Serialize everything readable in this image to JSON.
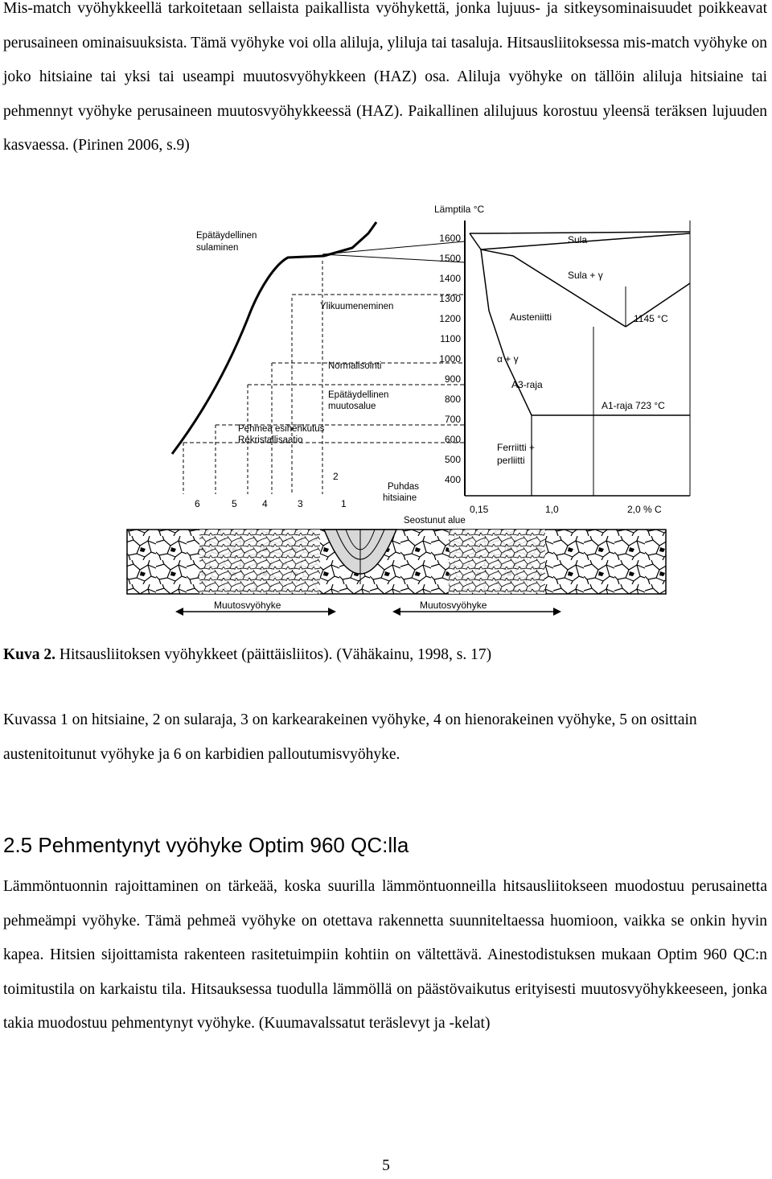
{
  "paragraph1": "Mis-match vyöhykkeellä tarkoitetaan sellaista paikallista vyöhykettä, jonka lujuus- ja sitkeysominaisuudet poikkeavat perusaineen ominaisuuksista. Tämä vyöhyke voi olla aliluja, yliluja tai tasaluja. Hitsausliitoksessa mis-match vyöhyke on joko hitsiaine tai yksi tai useampi muutosvyöhykkeen (HAZ) osa. Aliluja vyöhyke on tällöin aliluja hitsiaine tai pehmennyt vyöhyke perusaineen muutosvyöhykkeessä (HAZ). Paikallinen alilujuus korostuu yleensä teräksen lujuuden kasvaessa. (Pirinen 2006, s.9)",
  "figure": {
    "axis_title": "Lämptila °C",
    "temperature_ticks": [
      "1600",
      "1500",
      "1400",
      "1300",
      "1200",
      "1100",
      "1000",
      "900",
      "800",
      "700",
      "600",
      "500",
      "400"
    ],
    "carbon_ticks": [
      "0,15",
      "1,0",
      "2,0 % C"
    ],
    "phase_labels": {
      "sula": "Sula",
      "sula_gamma": "Sula + γ",
      "austeniitti": "Austeniitti",
      "t1145": "1145 °C",
      "alpha_gamma": "α + γ",
      "a3": "A3-raja",
      "a1": "A1-raja 723 °C",
      "ferriitti1": "Ferriitti +",
      "ferriitti2": "perliitti"
    },
    "zone_labels": {
      "epataydellinen1": "Epätäydellinen",
      "epataydellinen2": "sulaminen",
      "ylikuumeneminen": "Ylikuumeneminen",
      "normalisointi": "Normalisointi",
      "muutosalue1": "Epätäydellinen",
      "muutosalue2": "muutosalue",
      "pehmea1": "Pehmeä esihehkutus",
      "pehmea2": "Rekristallisaatio",
      "puhdas1": "Puhdas",
      "puhdas2": "hitsiaine",
      "seostunut": "Seostunut alue"
    },
    "zone_numbers": [
      "6",
      "5",
      "4",
      "3",
      "1",
      "2"
    ],
    "bottom_labels": {
      "left": "Muutosvyöhyke",
      "right": "Muutosvyöhyke"
    }
  },
  "caption": {
    "bold": "Kuva 2.",
    "text": " Hitsausliitoksen vyöhykkeet (päittäisliitos). (Vähäkainu, 1998, s. 17)"
  },
  "paragraph2": "Kuvassa 1 on hitsiaine, 2 on sularaja, 3 on karkearakeinen vyöhyke, 4 on hienorakeinen vyöhyke, 5 on osittain austenitoitunut vyöhyke ja 6 on karbidien palloutumisvyöhyke.",
  "heading": "2.5 Pehmentynyt vyöhyke Optim 960 QC:lla",
  "paragraph3": "Lämmöntuonnin rajoittaminen on tärkeää, koska suurilla lämmöntuonneilla hitsausliitokseen muodostuu perusainetta pehmeämpi vyöhyke. Tämä pehmeä vyöhyke on otettava rakennetta suunniteltaessa huomioon, vaikka se onkin hyvin kapea. Hitsien sijoittamista rakenteen rasitetuimpiin kohtiin on vältettävä. Ainestodistuksen mukaan Optim 960 QC:n toimitustila on karkaistu tila. Hitsauksessa tuodulla lämmöllä on päästövaikutus erityisesti muutosvyöhykkeeseen, jonka takia muodostuu pehmentynyt vyöhyke. (Kuumavalssatut teräslevyt ja -kelat)",
  "page_number": "5"
}
